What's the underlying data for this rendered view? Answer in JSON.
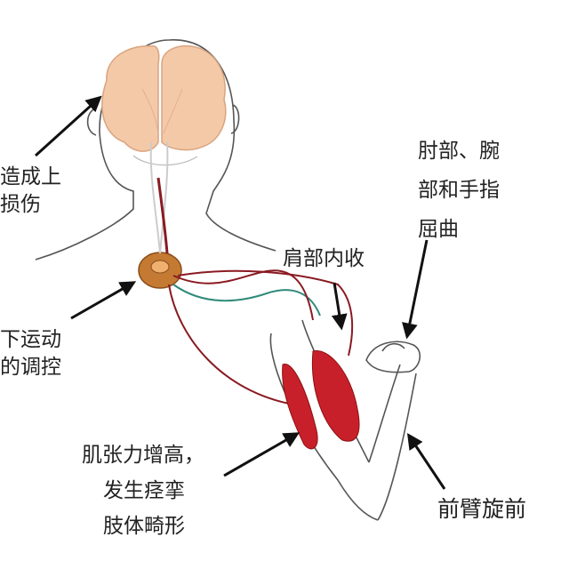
{
  "labels": {
    "upper_damage": [
      "造成上",
      "损伤"
    ],
    "lower_motor": [
      "下运动",
      "的调控"
    ],
    "elbow_wrist_finger": [
      "肘部、腕",
      "部和手指",
      "屈曲"
    ],
    "shoulder": [
      "肩部内收"
    ],
    "spasticity": [
      "肌张力增高，",
      "发生痉挛",
      "肢体畸形"
    ],
    "forearm": [
      "前臂旋前"
    ]
  },
  "colors": {
    "brain": "#f4c9a8",
    "brain_outline": "#d9a47f",
    "spinal_segment": "#c47a32",
    "muscle": "#c8202a",
    "upper_tract": "#8a1a22",
    "lower_tract": "#2f8a7a",
    "outline": "#555555",
    "arrow": "#111111"
  }
}
